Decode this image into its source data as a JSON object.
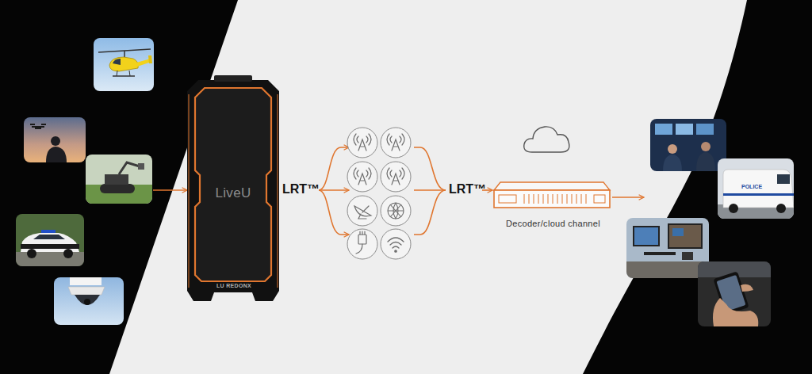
{
  "diagram": {
    "nodes": [
      {
        "text": [
          "LiveU",
          "LU REDONX"
        ]
      },
      {
        "text": [
          "Decoder/cloud channel"
        ]
      }
    ],
    "labels": [
      "LRT™",
      "LRT™",
      "POLICE"
    ]
  }
}
